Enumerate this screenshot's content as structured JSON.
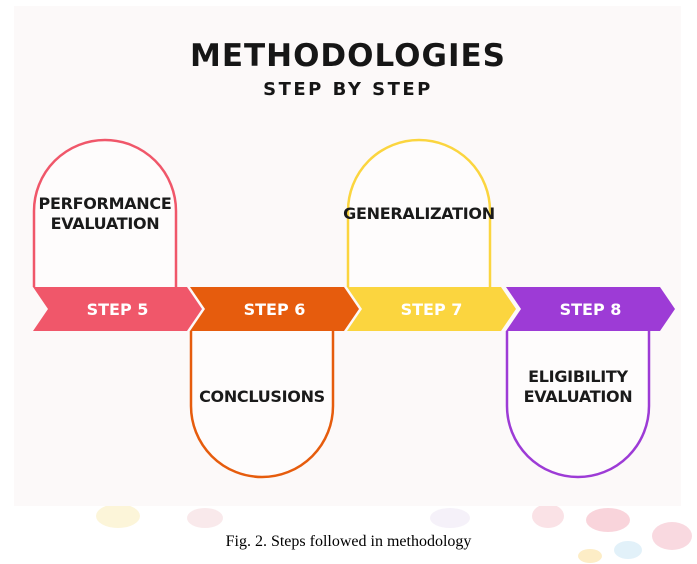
{
  "diagram": {
    "title": "METHODOLOGIES",
    "subtitle": "STEP BY STEP",
    "steps": [
      {
        "label": "STEP 5",
        "color": "#f0576a",
        "text": [
          "PERFORMANCE",
          "EVALUATION"
        ],
        "box_side": "above"
      },
      {
        "label": "STEP 6",
        "color": "#e65c0d",
        "text": [
          "CONCLUSIONS"
        ],
        "box_side": "below"
      },
      {
        "label": "STEP 7",
        "color": "#fbd53f",
        "text": [
          "GENERALIZATION"
        ],
        "box_side": "above"
      },
      {
        "label": "STEP 8",
        "color": "#9d3bd6",
        "text": [
          "ELIGIBILITY",
          "EVALUATION"
        ],
        "box_side": "below"
      }
    ]
  },
  "caption": "Fig. 2. Steps followed in methodology"
}
